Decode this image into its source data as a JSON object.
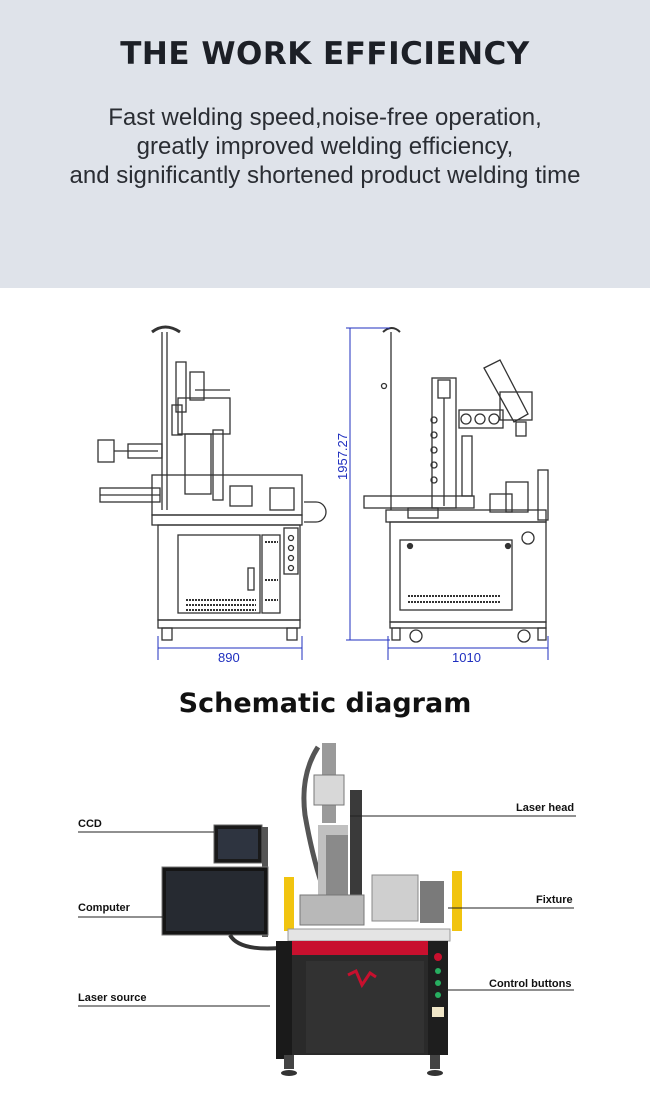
{
  "hero": {
    "title": "THE WORK EFFICIENCY",
    "lines": [
      "Fast welding speed,noise-free operation,",
      "greatly improved welding efficiency,",
      "and significantly shortened product welding time"
    ]
  },
  "drawing": {
    "height_label": "1957.27",
    "front_width_label": "890",
    "side_width_label": "1010",
    "dimension_color": "#1f2fbf"
  },
  "schematic": {
    "title": "Schematic diagram",
    "labels": {
      "laser_head": "Laser head",
      "ccd": "CCD",
      "computer": "Computer",
      "fixture": "Fixture",
      "laser_source": "Laser source",
      "control_buttons": "Control buttons"
    },
    "accent_colors": {
      "red_stripe": "#c8102e",
      "yellow_guard": "#f1c40f",
      "cabinet": "#2a2a2a"
    }
  }
}
